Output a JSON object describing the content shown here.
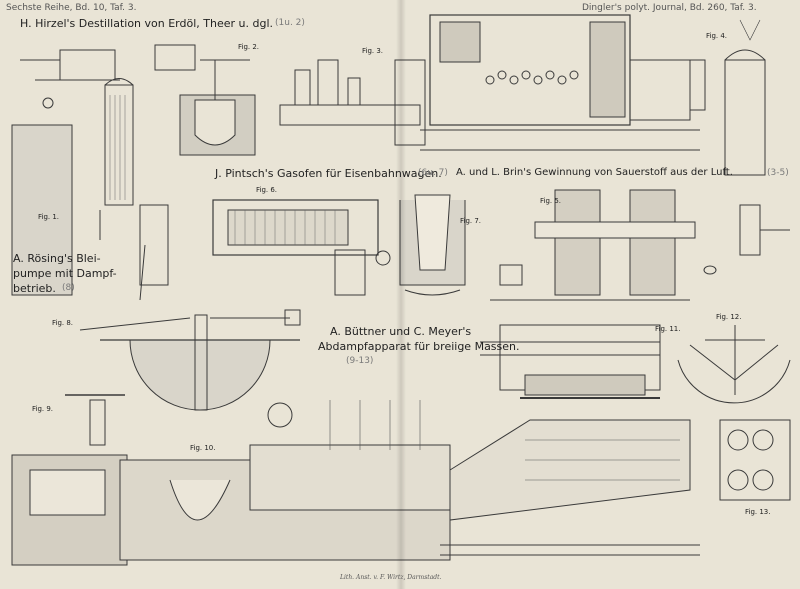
{
  "header": {
    "left": "Sechste Reihe, Bd. 10, Taf. 3.",
    "right": "Dingler's polyt. Journal, Bd. 260, Taf. 3."
  },
  "sections": {
    "hirzel": {
      "title": "H. Hirzel's Destillation von Erdöl, Theer u. dgl.",
      "figs": "(1u. 2)"
    },
    "pintsch": {
      "title": "J. Pintsch's Gasofen für Eisenbahnwagen.",
      "figs": "(6u. 7)"
    },
    "brin": {
      "title": "A. und L. Brin's Gewinnung von Sauerstoff aus der Luft.",
      "figs": "(3-5)"
    },
    "roesing": {
      "line1": "A. Rösing's Blei-",
      "line2": "pumpe mit Dampf-",
      "line3": "betrieb.",
      "figs": "(8)"
    },
    "buettner": {
      "line1": "A. Büttner und C. Meyer's",
      "line2": "Abdampfapparat für breiige Massen.",
      "figs": "(9-13)"
    }
  },
  "figures": {
    "f1": "Fig. 1.",
    "f2": "Fig. 2.",
    "f3": "Fig. 3.",
    "f4": "Fig. 4.",
    "f5": "Fig. 5.",
    "f6": "Fig. 6.",
    "f7": "Fig. 7.",
    "f8": "Fig. 8.",
    "f9": "Fig. 9.",
    "f10": "Fig. 10.",
    "f11": "Fig. 11.",
    "f12": "Fig. 12.",
    "f13": "Fig. 13."
  },
  "imprint": "Lith. Anst. v. F. Wirtz, Darmstadt."
}
